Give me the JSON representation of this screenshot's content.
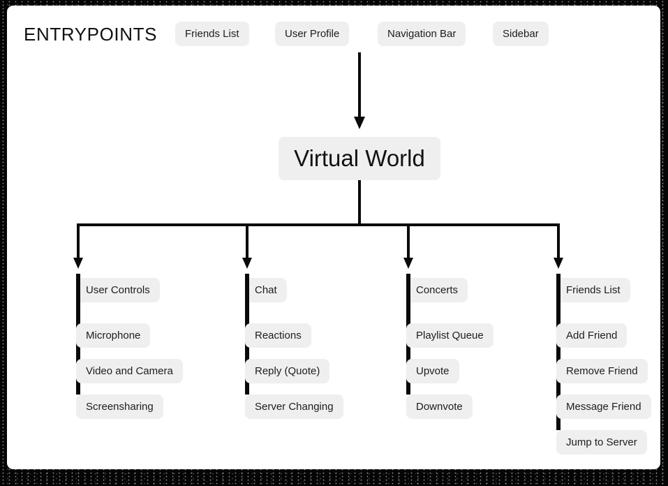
{
  "header": {
    "title": "ENTRYPOINTS",
    "entry_chips": [
      "Friends List",
      "User Profile",
      "Navigation Bar",
      "Sidebar"
    ]
  },
  "root": {
    "label": "Virtual World"
  },
  "columns": [
    {
      "header": "User Controls",
      "items": [
        "Microphone",
        "Video and Camera",
        "Screensharing"
      ]
    },
    {
      "header": "Chat",
      "items": [
        "Reactions",
        "Reply (Quote)",
        "Server Changing"
      ]
    },
    {
      "header": "Concerts",
      "items": [
        "Playlist Queue",
        "Upvote",
        "Downvote"
      ]
    },
    {
      "header": "Friends List",
      "items": [
        "Add Friend",
        "Remove Friend",
        "Message Friend",
        "Jump to Server"
      ]
    }
  ],
  "colors": {
    "chip_bg": "#efefef",
    "line": "#0a0a0a",
    "card_bg": "#ffffff",
    "frame_bg": "#000000",
    "text": "#1d1d1f"
  }
}
